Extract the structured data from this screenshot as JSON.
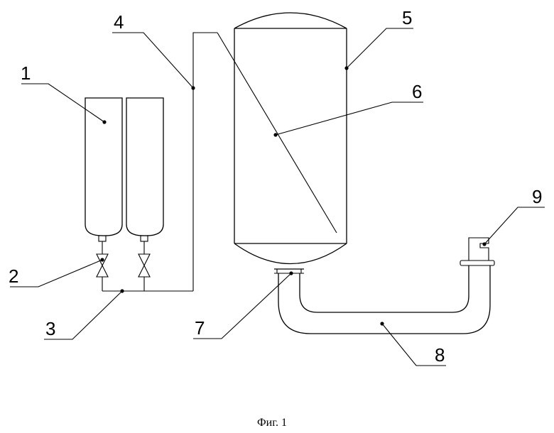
{
  "figure": {
    "caption": "Фиг. 1",
    "callouts": [
      "1",
      "2",
      "3",
      "4",
      "5",
      "6",
      "7",
      "8",
      "9"
    ]
  }
}
